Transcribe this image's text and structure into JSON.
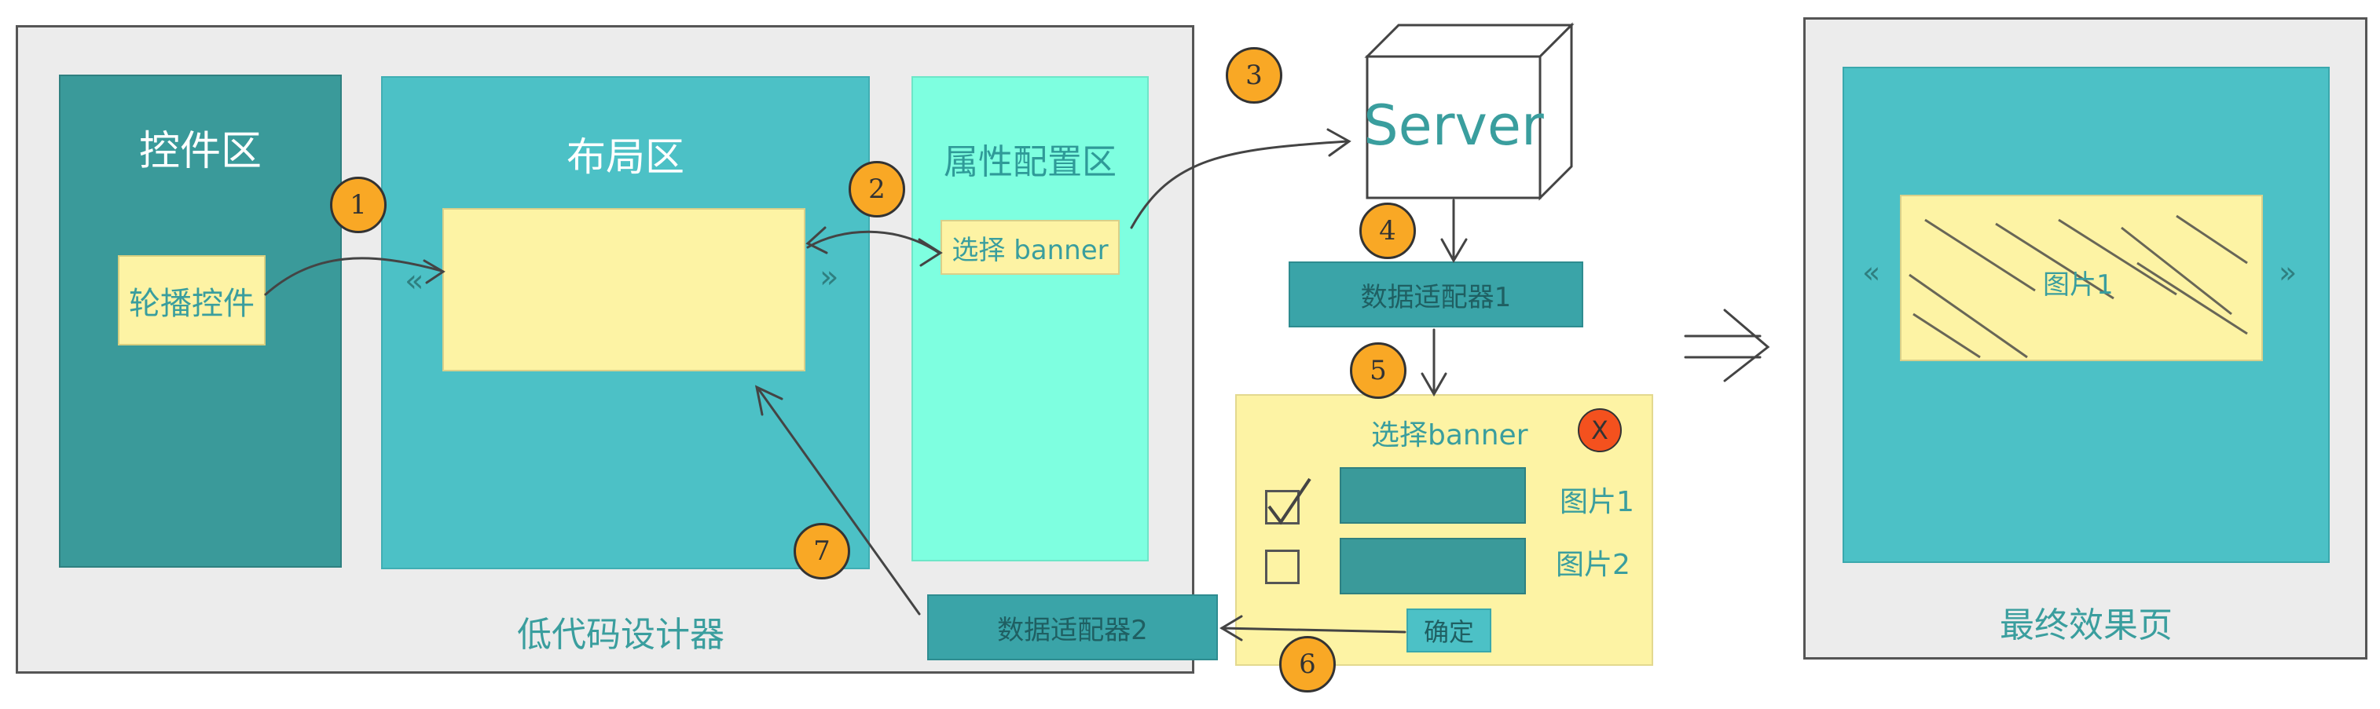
{
  "designer": {
    "caption": "低代码设计器",
    "control_panel": {
      "title": "轮播控件",
      "heading": "控件区"
    },
    "layout_panel": {
      "heading": "布局区",
      "chevron_left": "«",
      "chevron_right": "»"
    },
    "props_panel": {
      "heading": "属性配置区",
      "select_label": "选择 banner"
    }
  },
  "server": {
    "label": "Server"
  },
  "adapter1": {
    "label": "数据适配器1"
  },
  "adapter2": {
    "label": "数据适配器2"
  },
  "picker": {
    "title": "选择banner",
    "close_symbol": "X",
    "items": [
      {
        "label": "图片1",
        "checked": true
      },
      {
        "label": "图片2",
        "checked": false
      }
    ],
    "confirm_label": "确定"
  },
  "result": {
    "caption": "最终效果页",
    "image_label": "图片1",
    "chevron_left": "«",
    "chevron_right": "»"
  },
  "steps": [
    "1",
    "2",
    "3",
    "4",
    "5",
    "6",
    "7"
  ],
  "colors": {
    "dark_teal": "#3a9a9a",
    "teal": "#4cc1c6",
    "mint": "#7effe0",
    "yellow": "#fdf3a4",
    "orange": "#f9a825",
    "red_orange": "#f4511e"
  }
}
